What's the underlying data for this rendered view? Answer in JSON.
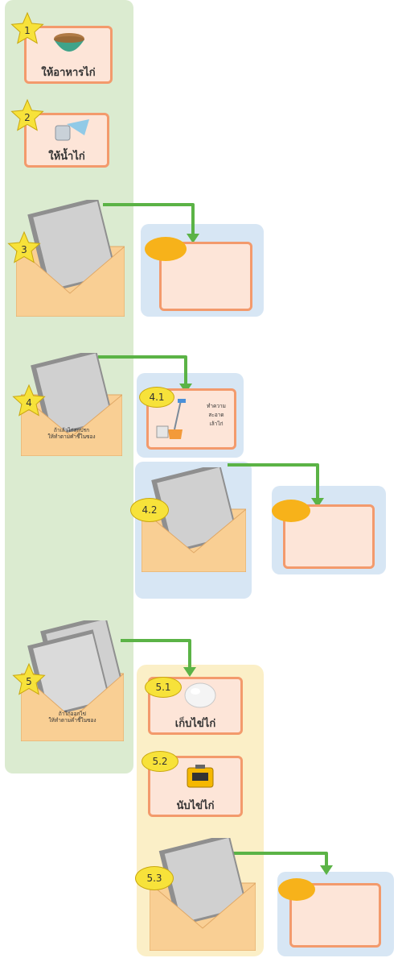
{
  "steps": {
    "s1": {
      "number": "1",
      "label": "ให้อาหารไก่",
      "icon": "feed-bowl-icon"
    },
    "s2": {
      "number": "2",
      "label": "ให้น้ำไก่",
      "icon": "water-dispenser-icon"
    },
    "s3": {
      "number": "3",
      "icon": "envelope-icon"
    },
    "s4": {
      "number": "4",
      "note_line1": "ถ้าเล้าไก่สกปรก",
      "note_line2": "ให้ทำตามคำชี้ในซอง",
      "icon": "envelope-icon"
    },
    "s4_1": {
      "number": "4.1",
      "text_line1": "ทำความ",
      "text_line2": "สะอาด",
      "text_line3": "เล้าไก่",
      "icon": "mop-bucket-icon"
    },
    "s4_2": {
      "number": "4.2",
      "icon": "envelope-icon"
    },
    "s5": {
      "number": "5",
      "note_line1": "ถ้าไก่ออกไข่",
      "note_line2": "ให้ทำตามคำชี้ในซอง",
      "icon": "envelope-icon"
    },
    "s5_1": {
      "number": "5.1",
      "label": "เก็บไข่ไก่",
      "icon": "egg-icon"
    },
    "s5_2": {
      "number": "5.2",
      "label": "นับไข่ไก่",
      "icon": "counter-icon"
    },
    "s5_3": {
      "number": "5.3",
      "icon": "envelope-icon"
    }
  },
  "colors": {
    "green_panel": "#dbebd0",
    "blue_panel": "#d7e6f4",
    "yellow_panel": "#fbefc7",
    "card_fill": "#fde5d8",
    "card_border": "#f39a6c",
    "star_yellow": "#f7e23a",
    "arrow_green": "#5bb346",
    "oval_orange": "#f7b21a"
  }
}
